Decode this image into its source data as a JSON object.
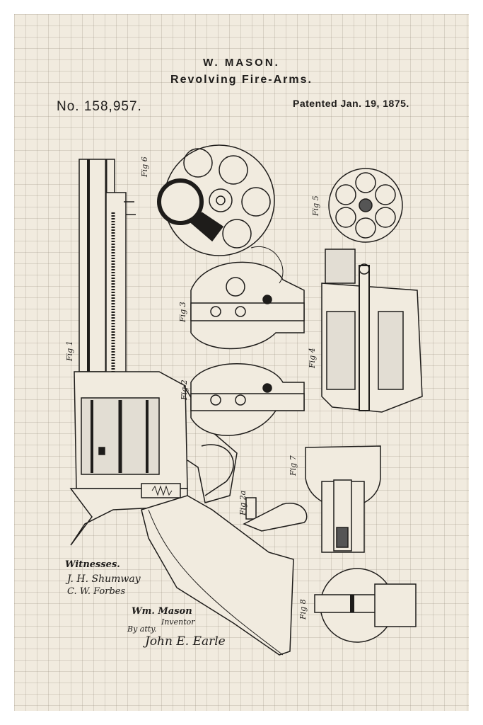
{
  "header": {
    "inventor": "W. MASON.",
    "title": "Revolving Fire-Arms.",
    "number": "No. 158,957.",
    "date": "Patented Jan. 19, 1875."
  },
  "signatures": {
    "witnesses_label": "Witnesses.",
    "witness_1": "J. H. Shumway",
    "witness_2": "C. W. Forbes",
    "inventor_sig": "Wm. Mason",
    "inventor_label": "Inventor",
    "by_atty": "By atty.",
    "attorney": "John E. Earle"
  },
  "figures": {
    "fig1": "Fig 1",
    "fig2": "Fig 2",
    "fig2a": "Fig 2a",
    "fig3": "Fig 3",
    "fig4": "Fig 4",
    "fig5": "Fig 5",
    "fig6": "Fig 6",
    "fig7": "Fig 7",
    "fig8": "Fig 8"
  },
  "colors": {
    "paper": "#f1ebdf",
    "ink": "#1e1c1a"
  }
}
